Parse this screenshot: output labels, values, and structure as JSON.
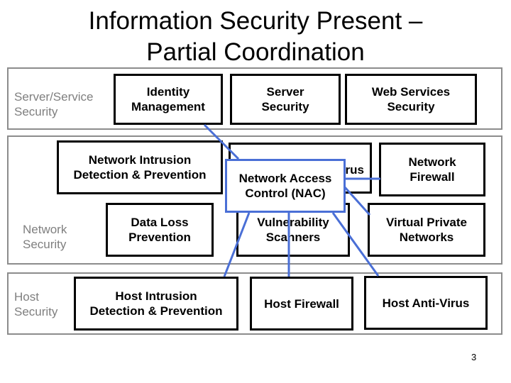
{
  "title": {
    "line1": "Information Security Present –",
    "line2": "Partial Coordination"
  },
  "bands": {
    "server": {
      "label_line1": "Server/Service",
      "label_line2": "Security"
    },
    "network": {
      "label_line1": "Network",
      "label_line2": "Security"
    },
    "host": {
      "label_line1": "Host",
      "label_line2": "Security"
    }
  },
  "boxes": {
    "identity_management": {
      "line1": "Identity",
      "line2": "Management"
    },
    "server_security": {
      "line1": "Server",
      "line2": "Security"
    },
    "web_services_security": {
      "line1": "Web Services",
      "line2": "Security"
    },
    "network_intrusion": {
      "line1": "Network Intrusion",
      "line2": "Detection & Prevention"
    },
    "network_antivirus_partial": {
      "line1": "rus"
    },
    "network_access_control": {
      "line1": "Network Access",
      "line2": "Control (NAC)"
    },
    "network_firewall": {
      "line1": "Network",
      "line2": "Firewall"
    },
    "data_loss_prevention": {
      "line1": "Data Loss",
      "line2": "Prevention"
    },
    "vulnerability_scanners": {
      "line1": "Vulnerability",
      "line2": "Scanners"
    },
    "virtual_private_networks": {
      "line1": "Virtual Private",
      "line2": "Networks"
    },
    "host_intrusion": {
      "line1": "Host Intrusion",
      "line2": "Detection & Prevention"
    },
    "host_firewall": {
      "line1": "Host Firewall"
    },
    "host_antivirus": {
      "line1": "Host Anti-Virus"
    }
  },
  "connector_color": "#4a6fd6",
  "page_number": "3"
}
